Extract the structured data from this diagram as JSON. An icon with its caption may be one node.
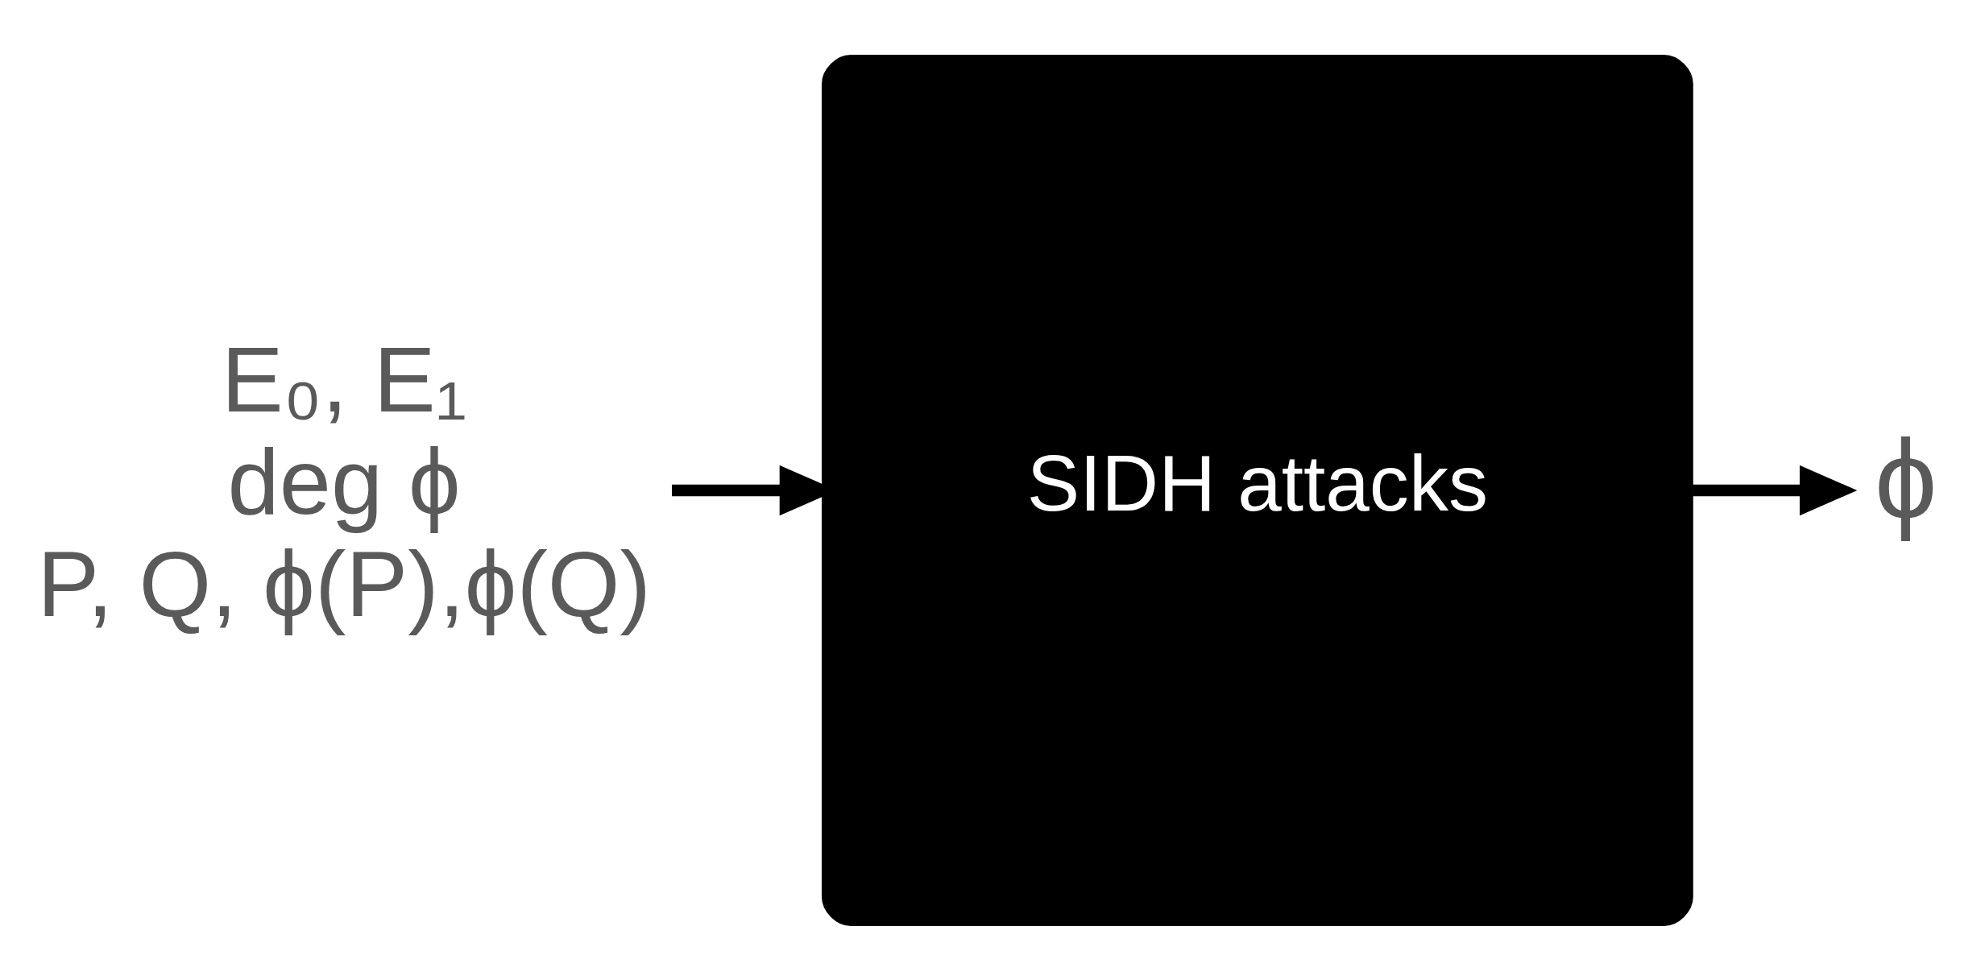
{
  "diagram": {
    "nodes": [
      {
        "text": [
          "E₀, E₁",
          "deg ϕ",
          "P, Q, ϕ(P),ϕ(Q)"
        ]
      },
      {
        "text": [
          "SIDH attacks"
        ]
      },
      {
        "text": [
          "ϕ"
        ]
      }
    ],
    "edges": [
      {
        "from": 0,
        "to": 1,
        "arrow": "to"
      },
      {
        "from": 1,
        "to": 2,
        "arrow": "to"
      }
    ]
  }
}
